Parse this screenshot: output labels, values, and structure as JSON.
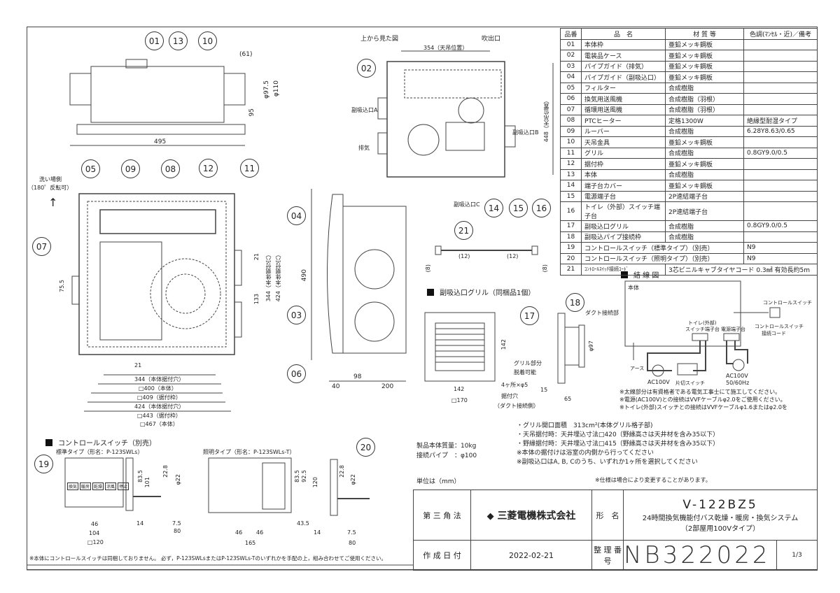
{
  "parts_table": {
    "headers": [
      "品番",
      "品　名",
      "材 質 等",
      "色調(ﾏﾝｾﾙ・近)／備考"
    ],
    "rows": [
      {
        "no": "01",
        "name": "本体枠",
        "material": "亜鉛メッキ鋼板",
        "note": ""
      },
      {
        "no": "02",
        "name": "電装品ケース",
        "material": "亜鉛メッキ鋼板",
        "note": ""
      },
      {
        "no": "03",
        "name": "パイプガイド（排気）",
        "material": "亜鉛メッキ鋼板",
        "note": ""
      },
      {
        "no": "04",
        "name": "パイプガイド（副吸込口）",
        "material": "亜鉛メッキ鋼板",
        "note": ""
      },
      {
        "no": "05",
        "name": "フィルター",
        "material": "合成樹脂",
        "note": ""
      },
      {
        "no": "06",
        "name": "換気用送風機",
        "material": "合成樹脂（羽根）",
        "note": ""
      },
      {
        "no": "07",
        "name": "循環用送風機",
        "material": "合成樹脂（羽根）",
        "note": ""
      },
      {
        "no": "08",
        "name": "PTCヒーター",
        "material": "定格1300W",
        "note": "絶縁型耐湿タイプ"
      },
      {
        "no": "09",
        "name": "ルーバー",
        "material": "合成樹脂",
        "note": "6.28Y8.63/0.65"
      },
      {
        "no": "10",
        "name": "天吊金具",
        "material": "亜鉛メッキ鋼板",
        "note": ""
      },
      {
        "no": "11",
        "name": "グリル",
        "material": "合成樹脂",
        "note": "0.8GY9.0/0.5"
      },
      {
        "no": "12",
        "name": "据付枠",
        "material": "亜鉛メッキ鋼板",
        "note": ""
      },
      {
        "no": "13",
        "name": "本体",
        "material": "合成樹脂",
        "note": ""
      },
      {
        "no": "14",
        "name": "端子台カバー",
        "material": "亜鉛メッキ鋼板",
        "note": ""
      },
      {
        "no": "15",
        "name": "電源端子台",
        "material": "2P速結端子台",
        "note": ""
      },
      {
        "no": "16",
        "name": "トイレ（外部）スイッチ端子台",
        "material": "2P速結端子台",
        "note": ""
      },
      {
        "no": "17",
        "name": "副吸込口グリル",
        "material": "合成樹脂",
        "note": "0.8GY9.0/0.5"
      },
      {
        "no": "18",
        "name": "副吸込パイプ接続枠",
        "material": "合成樹脂",
        "note": ""
      }
    ],
    "wide_rows": [
      {
        "no": "19",
        "name": "コントロールスイッチ（標準タイプ）（別売）",
        "note": "N9"
      },
      {
        "no": "20",
        "name": "コントロールスイッチ（照明タイプ）（別売）",
        "note": "N9"
      }
    ],
    "row21": {
      "no": "21",
      "name": "ｺﾝﾄﾛｰﾙｽｲｯﾁ接続ｺｰﾄﾞ",
      "material": "3芯ビニルキャブタイヤコード 0.3㎟ 有効長約5m"
    }
  },
  "balloons": {
    "b01": "01",
    "b13": "13",
    "b10": "10",
    "b12": "12",
    "b11": "11",
    "b05": "05",
    "b09": "09",
    "b08": "08",
    "b04": "04",
    "b07": "07",
    "b03": "03",
    "b06": "06",
    "b02": "02",
    "b14": "14",
    "b15": "15",
    "b16": "16",
    "b21": "21",
    "b17": "17",
    "b18": "18",
    "b19": "19",
    "b20": "20"
  },
  "side_view": {
    "d61": "(61)",
    "d975": "φ97.5",
    "d110": "φ110",
    "d95": "95",
    "d495": "495"
  },
  "plan_view": {
    "wash_side": "洗い場側",
    "rotate": "（180゜反転可）",
    "d755": "75.5",
    "d21v": "21",
    "d133": "133",
    "d344v": "344（本体据付穴）",
    "d424v": "424（本体据付穴）",
    "d21": "21",
    "d344": "344（本体据付穴）",
    "d400": "□400（本体）",
    "d409": "□409（据付枠）",
    "d424": "424（本体据付穴）",
    "d443": "□443（据付枠）",
    "d467": "□467（本体）"
  },
  "front_view": {
    "d490": "490",
    "d40": "40",
    "d98": "98",
    "d200": "200"
  },
  "top_view": {
    "title": "上から見た図",
    "outlet": "吹出口",
    "d354": "354（天吊位置）",
    "d448": "448（天吊位置）",
    "inlet_a": "副吸込口A",
    "inlet_b": "副吸込口B",
    "inlet_c": "副吸込口C",
    "exhaust": "排気"
  },
  "cord": {
    "d8a": "(8)",
    "d12a": "(12)",
    "d12b": "(12)",
    "d8b": "(8)"
  },
  "grille": {
    "title": "副吸込口グリル（同梱品1個）",
    "d142v": "142",
    "d142": "142",
    "d170": "□170",
    "removable1": "グリル部分",
    "removable2": "脱着可能",
    "holes": "4ヶ所×φ5",
    "holes2": "据付穴",
    "duct_side": "（ダクト接続側）",
    "duct_conn": "ダクト接続部",
    "d97": "φ97",
    "d15": "15",
    "d65": "65"
  },
  "wiring": {
    "title": "結 線 図",
    "body": "本体",
    "control_switch": "コントロールスイッチ",
    "cord1": "コントロールスイッチ",
    "cord2": "接続コード",
    "toilet_tb1": "トイレ(外部)",
    "toilet_tb2": "スイッチ端子台",
    "power_tb": "電源端子台",
    "earth": "アース",
    "ac1": "AC100V",
    "switch": "片切スイッチ",
    "ac2": "AC100V",
    "hz": "50/60Hz",
    "notes": [
      "※太線部分は有資格者である電気工事士にて施工してください。",
      "※電源(AC100V)との接続はVVFケーブルφ2.0をご使用ください。",
      "※トイレ(外部)スイッチとの接続はVVFケーブルφ1.6またはφ2.0を"
    ]
  },
  "specs": {
    "notes": [
      "・グリル開口面積　313cm²(本体グリル格子部)",
      "・天吊据付時：天井埋込寸法□420（野縁高さは天井材を含み35以下）",
      "・野縁据付時：天井埋込寸法□415（野縁高さは天井材を含み35以下）",
      "※本体の据付けは浴室の内側から行ってください",
      "※副吸込口はA, B, Cのうち、いずれか1ヶ所を選択してください"
    ],
    "mass": "製品本体質量：10kg",
    "pipe": "接続パイプ　：φ100",
    "unit": "単位は（mm）",
    "change": "※仕様は場合により変更することがあります。"
  },
  "control_switch": {
    "title": "コントロールスイッチ（別売）",
    "std": "標準タイプ（形名：P-123SWLs）",
    "light": "照明タイプ（形名：P-123SWLs-T）",
    "std_dims": {
      "d835": "83.5",
      "d101": "101",
      "d228": "22.8",
      "d22": "φ22",
      "d46": "46",
      "d104": "104",
      "d120": "□120",
      "d14": "14",
      "d75": "7.5",
      "d80": "80"
    },
    "light_dims": {
      "d835": "83.5",
      "d925": "92.5",
      "d120": "120",
      "d228": "22.8",
      "d22": "φ22",
      "d46a": "46",
      "d46b": "46",
      "d435": "43.5",
      "d165": "165",
      "d14": "14",
      "d75": "7.5",
      "d80": "80"
    },
    "buttons": [
      "換気",
      "暖房",
      "乾燥",
      "涼風",
      "停止"
    ],
    "note": "※本体にコントロールスイッチは同梱しておりません。 必ず，P-123SWLsまたはP-123SWLs-Tのいずれかを手配の上，組み合わせてご使用ください。"
  },
  "title_block": {
    "projection": "第 三 角 法",
    "company": "三菱電機株式会社",
    "model_label": "形　名",
    "model": "V-122BZ5",
    "desc1": "24時間換気機能付バス乾燥・暖房・換気システム",
    "desc2": "（2部屋用100Vタイプ）",
    "date_label": "作 成 日 付",
    "date": "2022-02-21",
    "number_label": "整 理 番 号",
    "number": "NB322022",
    "page": "1/3"
  }
}
